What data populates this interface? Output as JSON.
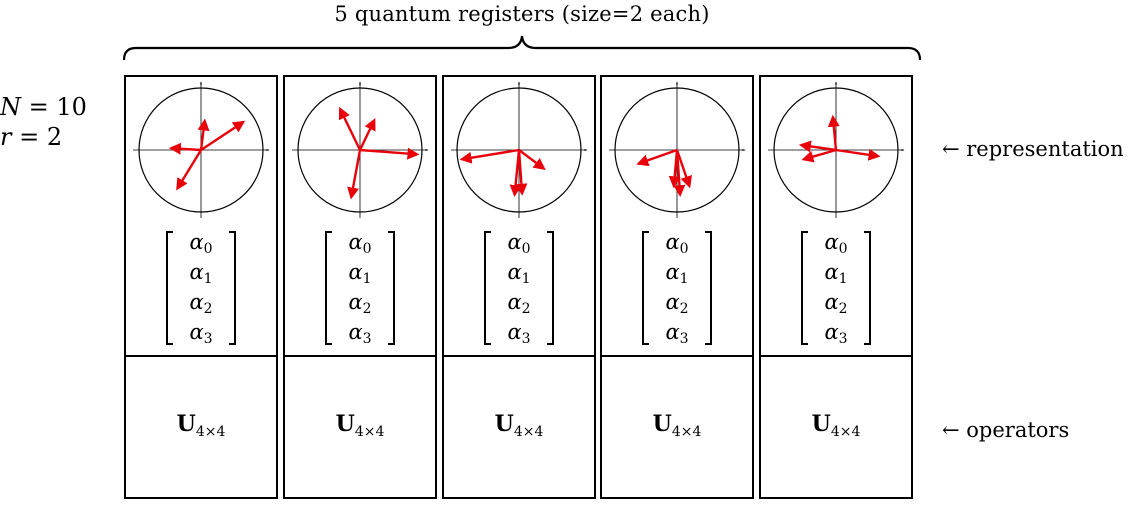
{
  "title": "5 quantum registers (size=2 each)",
  "params": {
    "n_var": "N",
    "n_eq": " = 10",
    "r_var": "r",
    "r_eq": " = 2"
  },
  "labels": {
    "representation": "← representation",
    "operators": "← operators"
  },
  "vector_entries": [
    {
      "sym": "α",
      "sub": "0"
    },
    {
      "sym": "α",
      "sub": "1"
    },
    {
      "sym": "α",
      "sub": "2"
    },
    {
      "sym": "α",
      "sub": "3"
    }
  ],
  "operator": {
    "sym": "U",
    "sub": "4×4"
  },
  "colors": {
    "arrow": "#e8000b",
    "line": "#000000"
  },
  "registers": [
    {
      "arrows": [
        [
          0.68,
          0.45
        ],
        [
          0.06,
          0.47
        ],
        [
          -0.48,
          0.03
        ],
        [
          -0.38,
          -0.62
        ]
      ]
    },
    {
      "arrows": [
        [
          -0.32,
          0.66
        ],
        [
          0.23,
          0.48
        ],
        [
          0.92,
          -0.07
        ],
        [
          -0.14,
          -0.76
        ]
      ]
    },
    {
      "arrows": [
        [
          -0.92,
          -0.15
        ],
        [
          0.4,
          -0.3
        ],
        [
          0.05,
          -0.7
        ],
        [
          -0.07,
          -0.72
        ]
      ]
    },
    {
      "arrows": [
        [
          -0.62,
          -0.22
        ],
        [
          0.05,
          -0.72
        ],
        [
          -0.05,
          -0.58
        ],
        [
          0.2,
          -0.58
        ]
      ]
    },
    {
      "arrows": [
        [
          -0.05,
          0.53
        ],
        [
          0.68,
          -0.1
        ],
        [
          -0.56,
          0.08
        ],
        [
          -0.52,
          -0.15
        ]
      ]
    }
  ]
}
